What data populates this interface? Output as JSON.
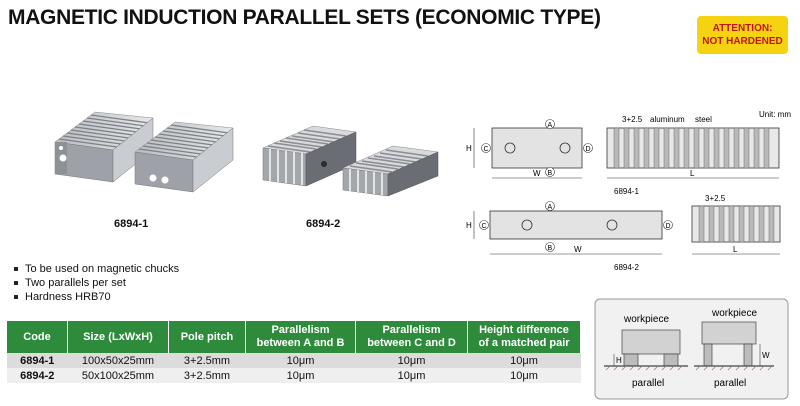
{
  "title": "MAGNETIC INDUCTION PARALLEL SETS (ECONOMIC TYPE)",
  "attention": {
    "line1": "ATTENTION:",
    "line2": "NOT HARDENED"
  },
  "products": [
    {
      "code": "6894-1"
    },
    {
      "code": "6894-2"
    }
  ],
  "bullets": [
    "To be used on magnetic chucks",
    "Two parallels per set",
    "Hardness HRB70"
  ],
  "diagram": {
    "unit": "Unit: mm",
    "pitch": "3+2.5",
    "aluminum": "aluminum",
    "steel": "steel",
    "A": "A",
    "B": "B",
    "C": "C",
    "D": "D",
    "H": "H",
    "W": "W",
    "L": "L",
    "label1": "6894-1",
    "label2": "6894-2"
  },
  "usage": {
    "workpiece": "workpiece",
    "parallel": "parallel",
    "H": "H",
    "W": "W"
  },
  "table": {
    "headers": [
      "Code",
      "Size (LxWxH)",
      "Pole pitch",
      "Parallelism between A and B",
      "Parallelism between C and D",
      "Height difference of a matched pair"
    ],
    "headers_lines": [
      [
        "Code"
      ],
      [
        "Size (LxWxH)"
      ],
      [
        "Pole pitch"
      ],
      [
        "Parallelism",
        "between A and B"
      ],
      [
        "Parallelism",
        "between C and D"
      ],
      [
        "Height difference",
        "of a matched pair"
      ]
    ],
    "rows": [
      [
        "6894-1",
        "100x50x25mm",
        "3+2.5mm",
        "10μm",
        "10μm",
        "10μm"
      ],
      [
        "6894-2",
        "50x100x25mm",
        "3+2.5mm",
        "10μm",
        "10μm",
        "10μm"
      ]
    ]
  },
  "colors": {
    "green": "#2e8b3c",
    "yellow": "#f5d311",
    "red": "#c0151b"
  }
}
